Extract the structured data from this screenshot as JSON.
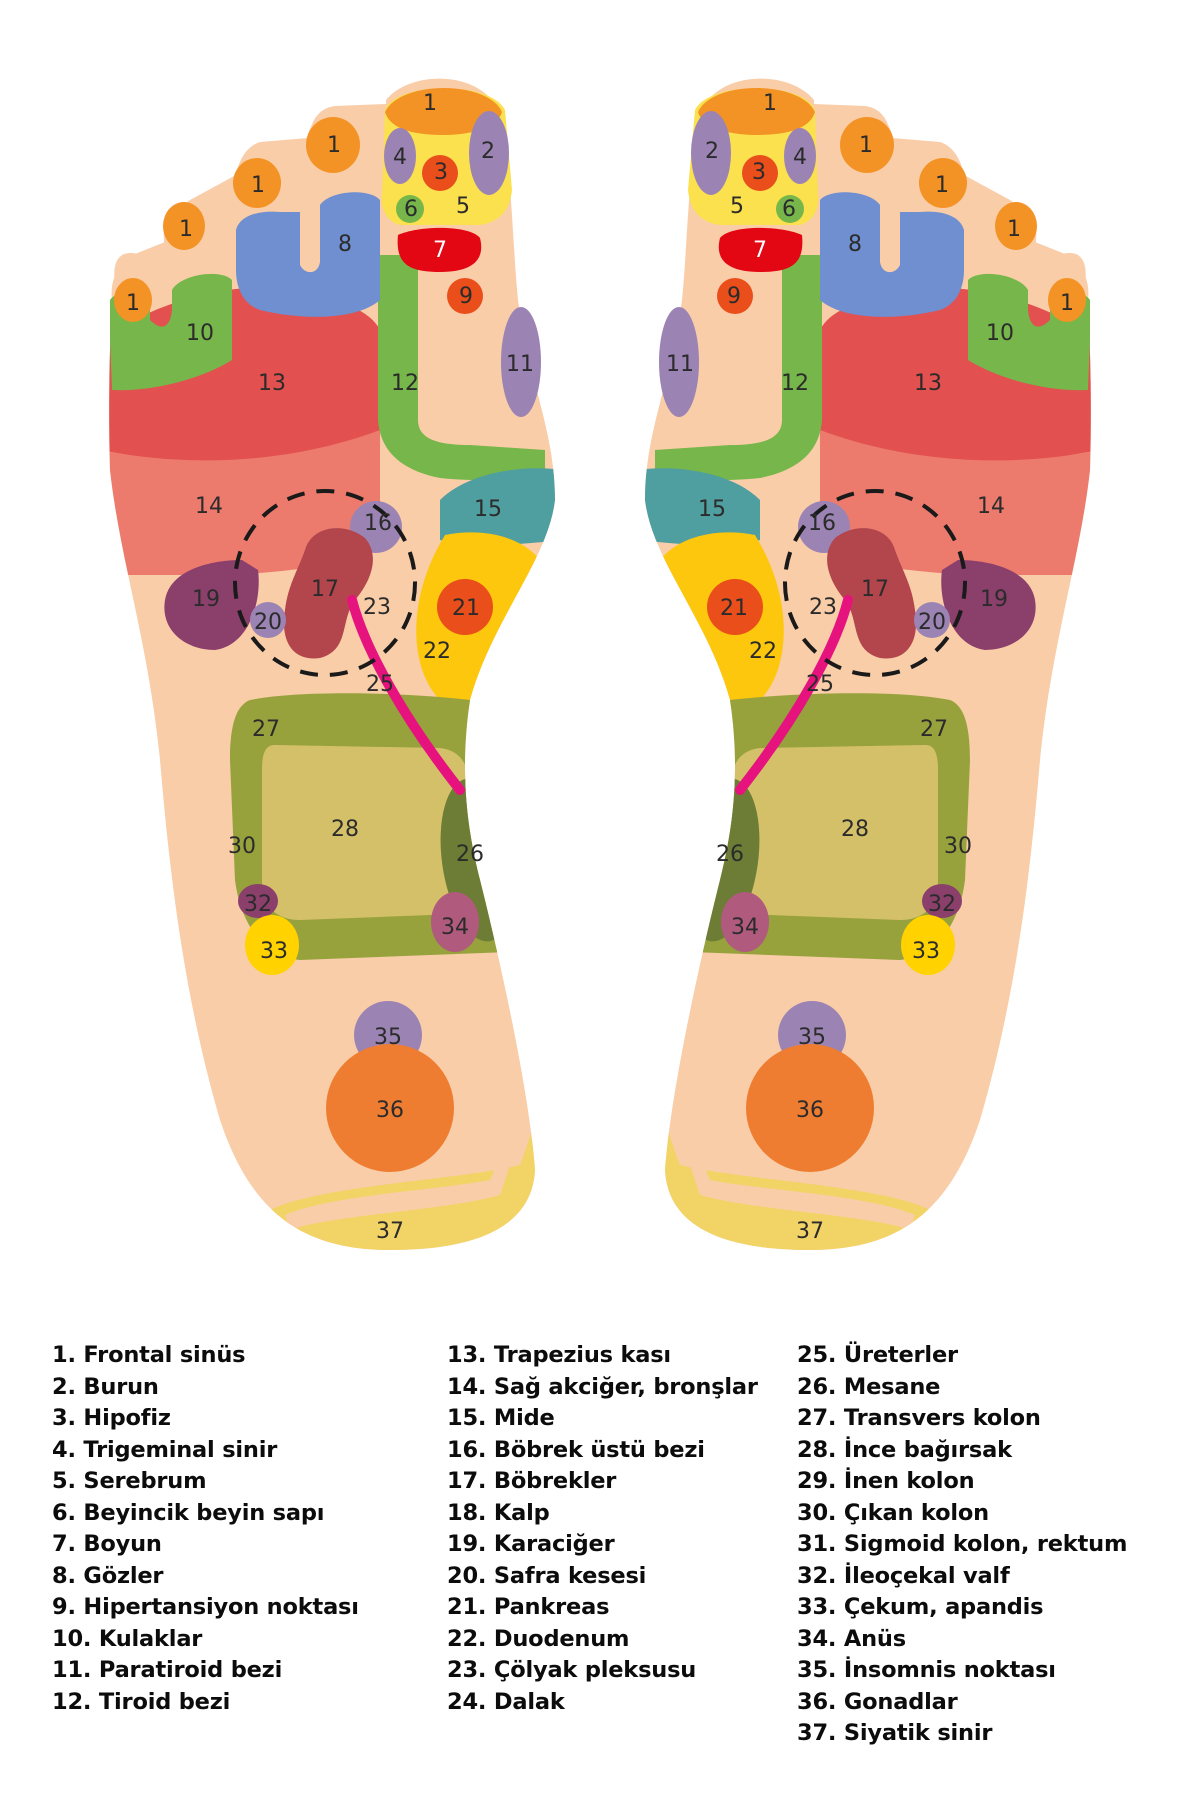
{
  "legend": {
    "col1": [
      "1. Frontal sinüs",
      "2. Burun",
      "3. Hipofiz",
      "4. Trigeminal sinir",
      "5. Serebrum",
      "6. Beyincik beyin sapı",
      "7. Boyun",
      "8. Gözler",
      "9. Hipertansiyon noktası",
      "10. Kulaklar",
      "11. Paratiroid bezi",
      "12. Tiroid bezi"
    ],
    "col2": [
      "13. Trapezius kası",
      "14. Sağ akciğer, bronşlar",
      "15. Mide",
      "16. Böbrek üstü bezi",
      "17. Böbrekler",
      "18. Kalp",
      "19. Karaciğer",
      "20. Safra kesesi",
      "21. Pankreas",
      "22. Duodenum",
      "23. Çölyak pleksusu",
      "24. Dalak"
    ],
    "col3": [
      "25. Üreterler",
      "26. Mesane",
      "27. Transvers kolon",
      "28. İnce bağırsak",
      "29. İnen kolon",
      "30. Çıkan kolon",
      "31. Sigmoid kolon, rektum",
      "32. İleoçekal valf",
      "33. Çekum, apandis",
      "34. Anüs",
      "35. İnsomnis noktası",
      "36. Gonadlar",
      "37. Siyatik sinir"
    ]
  },
  "foot_labels": {
    "z1": "1",
    "z2": "2",
    "z3": "3",
    "z4": "4",
    "z5": "5",
    "z6": "6",
    "z7": "7",
    "z8": "8",
    "z9": "9",
    "z10": "10",
    "z11": "11",
    "z12": "12",
    "z13": "13",
    "z14": "14",
    "z15": "15",
    "z16": "16",
    "z17": "17",
    "z19": "19",
    "z20": "20",
    "z21": "21",
    "z22": "22",
    "z23": "23",
    "z25": "25",
    "z26": "26",
    "z27": "27",
    "z28": "28",
    "z30": "30",
    "z32": "32",
    "z33": "33",
    "z34": "34",
    "z35": "35",
    "z36": "36",
    "z37": "37"
  },
  "colors": {
    "skin": "#f9cda8",
    "orange": "#f39325",
    "lavender": "#9b84b4",
    "red_orange": "#e94e1b",
    "yellow": "#fbe14d",
    "green": "#76b64a",
    "red": "#e30613",
    "blue": "#6f8fd0",
    "trapezius": "#e2504f",
    "lung": "#ec7b6d",
    "stomach": "#4f9ea0",
    "liver": "#8b3f6b",
    "kidney": "#b2464c",
    "pancreas_yellow": "#fdc70d",
    "ureter": "#e6137e",
    "colon_olive": "#97a23c",
    "intestine": "#d5c06a",
    "bladder": "#6d7d35",
    "anus": "#b05a7d",
    "gonad": "#ee7d31",
    "sciatic": "#f2d366"
  }
}
